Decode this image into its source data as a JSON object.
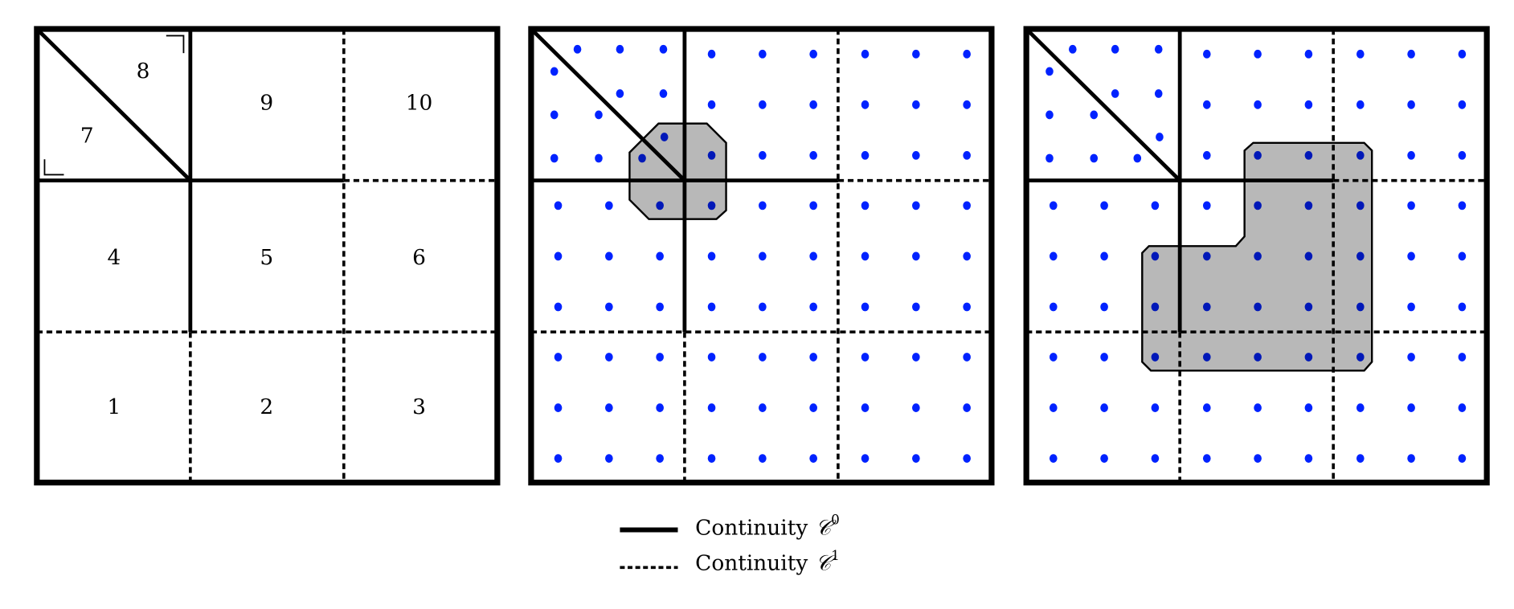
{
  "panel1": {
    "labels": [
      "1",
      "2",
      "3",
      "4",
      "5",
      "6",
      "7",
      "8",
      "9",
      "10"
    ]
  },
  "legend": {
    "c0": {
      "text": "Continuity",
      "symbol": "𝒞",
      "sup": "0"
    },
    "c1": {
      "text": "Continuity",
      "symbol": "𝒞",
      "sup": "1"
    }
  },
  "colors": {
    "dot": "#0022ff",
    "support_fill": "#000000",
    "line": "#000000"
  }
}
